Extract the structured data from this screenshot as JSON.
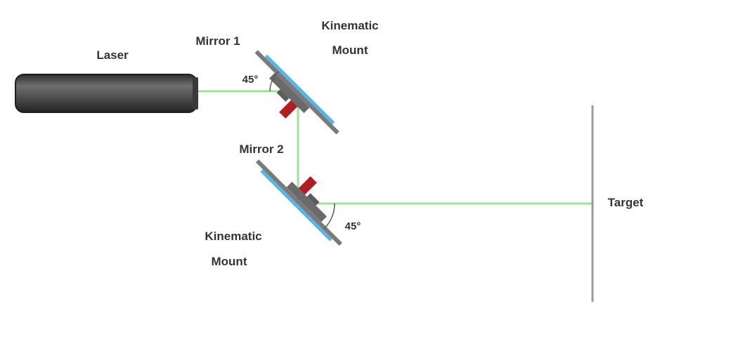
{
  "labels": {
    "laser": "Laser",
    "mirror1": "Mirror 1",
    "mirror2": "Mirror 2",
    "mount1_line1": "Kinematic",
    "mount1_line2": "Mount",
    "mount2_line1": "Kinematic",
    "mount2_line2": "Mount",
    "target": "Target",
    "angle1": "45°",
    "angle2": "45°"
  },
  "colors": {
    "beam": "#9fe09a",
    "mirror_glass": "#5ab4e5",
    "mount_body": "#6a6a6a",
    "knob": "#b01e24",
    "laser_body": "#4a4a4a",
    "target": "#9a9a9a"
  }
}
